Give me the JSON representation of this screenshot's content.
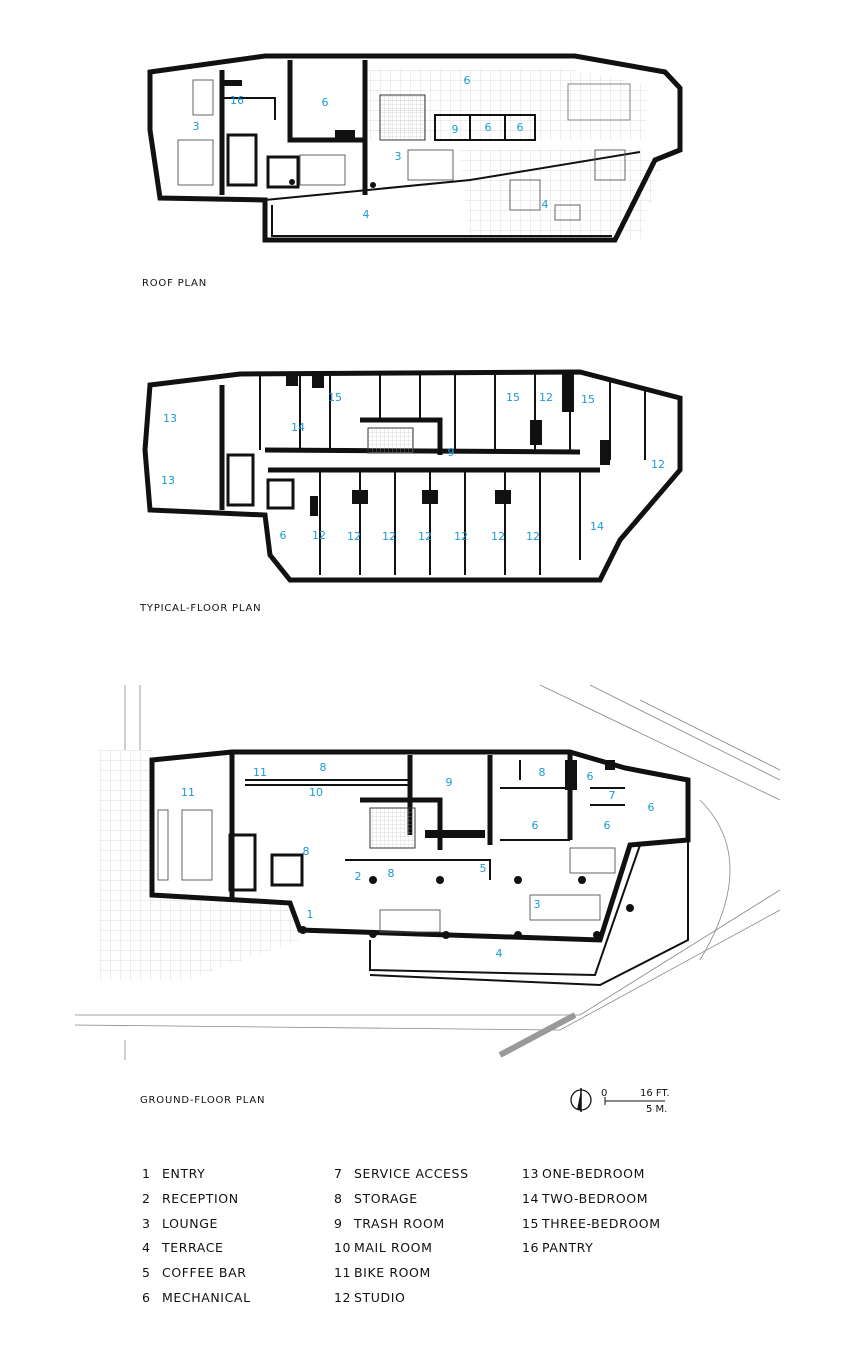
{
  "plans": {
    "roof": {
      "title": "ROOF PLAN",
      "labels": [
        "16",
        "3",
        "6",
        "6",
        "9",
        "6",
        "6",
        "3",
        "4",
        "4"
      ]
    },
    "typical": {
      "title": "TYPICAL-FLOOR PLAN",
      "labels": [
        "13",
        "15",
        "15",
        "12",
        "15",
        "14",
        "9",
        "12",
        "13",
        "6",
        "12",
        "12",
        "12",
        "12",
        "12",
        "12",
        "12",
        "14"
      ]
    },
    "ground": {
      "title": "GROUND-FLOOR PLAN",
      "labels": [
        "11",
        "8",
        "11",
        "10",
        "9",
        "8",
        "6",
        "7",
        "6",
        "6",
        "6",
        "8",
        "2",
        "8",
        "5",
        "1",
        "3",
        "4"
      ]
    }
  },
  "scale_bar": {
    "zero": "0",
    "feet": "16 FT.",
    "meters": "5 M."
  },
  "legend": [
    {
      "num": "1",
      "label": "ENTRY"
    },
    {
      "num": "2",
      "label": "RECEPTION"
    },
    {
      "num": "3",
      "label": "LOUNGE"
    },
    {
      "num": "4",
      "label": "TERRACE"
    },
    {
      "num": "5",
      "label": "COFFEE BAR"
    },
    {
      "num": "6",
      "label": "MECHANICAL"
    },
    {
      "num": "7",
      "label": "SERVICE ACCESS"
    },
    {
      "num": "8",
      "label": "STORAGE"
    },
    {
      "num": "9",
      "label": "TRASH ROOM"
    },
    {
      "num": "10",
      "label": "MAIL ROOM"
    },
    {
      "num": "11",
      "label": "BIKE ROOM"
    },
    {
      "num": "12",
      "label": "STUDIO"
    },
    {
      "num": "13",
      "label": "ONE-BEDROOM"
    },
    {
      "num": "14",
      "label": "TWO-BEDROOM"
    },
    {
      "num": "15",
      "label": "THREE-BEDROOM"
    },
    {
      "num": "16",
      "label": "PANTRY"
    }
  ],
  "colors": {
    "label_blue": "#1a9ad6",
    "wall": "#111111",
    "hatch": "#cfcfcf"
  }
}
